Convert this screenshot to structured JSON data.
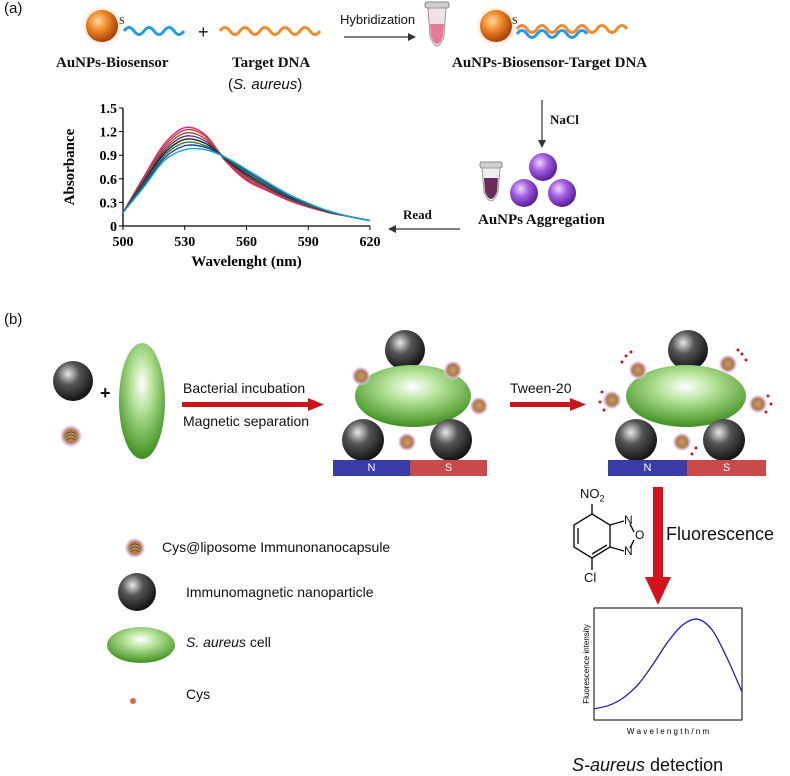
{
  "panel_a": {
    "label": "(a)",
    "biosensor_label": "AuNPs-Biosensor",
    "thiol_s": "S",
    "plus": "+",
    "target_label": "Target DNA",
    "species_open": "(",
    "species": "S. aureus",
    "species_close": ")",
    "hybridization": "Hybridization",
    "complex_label": "AuNPs-Biosensor-Target DNA",
    "nacl": "NaCl",
    "aggregation": "AuNPs Aggregation",
    "read": "Read"
  },
  "panel_b": {
    "label": "(b)",
    "plus": "+",
    "incubation": "Bacterial incubation",
    "separation": "Magnetic separation",
    "tween": "Tween-20",
    "magnet_n": "N",
    "magnet_s": "S",
    "fluorescence": "Fluorescence",
    "nbd_no2": "NO",
    "nbd_no2_sub": "2",
    "nbd_n": "N",
    "nbd_o": "O",
    "nbd_cl": "Cl",
    "legend": [
      {
        "label": "Cys@liposome Immunonanocapsule"
      },
      {
        "label": "Immunomagnetic nanoparticle"
      },
      {
        "label_italic": "S. aureus",
        "label_rest": " cell"
      },
      {
        "label": "Cys"
      }
    ],
    "detection_italic": "S-aureus",
    "detection_rest": " detection",
    "colors": {
      "magnet_n": "#3a3aa8",
      "magnet_s": "#c94a4a",
      "cell": "#5cb82e",
      "arrow": "#c9161d"
    }
  },
  "chart_data": [
    {
      "type": "line",
      "xlabel": "Wavelenght (nm)",
      "ylabel": "Absorbance",
      "xlim": [
        500,
        620
      ],
      "ylim": [
        0,
        1.5
      ],
      "xticks": [
        500,
        530,
        560,
        590,
        620
      ],
      "yticks": [
        0,
        0.3,
        0.6,
        0.9,
        1.2,
        1.5
      ],
      "ytick_labels": [
        "0",
        "0.3",
        "0.6",
        "0.9",
        "1.2",
        "1.5"
      ],
      "x": [
        500,
        510,
        520,
        530,
        540,
        550,
        560,
        570,
        580,
        590,
        600,
        610,
        620
      ],
      "series": [
        {
          "color": "#e0218a",
          "values": [
            0.17,
            0.62,
            1.04,
            1.25,
            1.16,
            0.82,
            0.58,
            0.45,
            0.33,
            0.24,
            0.17,
            0.12,
            0.07
          ]
        },
        {
          "color": "#d33b3b",
          "values": [
            0.17,
            0.6,
            1.01,
            1.22,
            1.14,
            0.83,
            0.6,
            0.46,
            0.34,
            0.25,
            0.17,
            0.12,
            0.07
          ]
        },
        {
          "color": "#8b5a2b",
          "values": [
            0.17,
            0.59,
            0.98,
            1.18,
            1.11,
            0.84,
            0.62,
            0.48,
            0.35,
            0.25,
            0.18,
            0.12,
            0.07
          ]
        },
        {
          "color": "#6a2c7a",
          "values": [
            0.17,
            0.57,
            0.95,
            1.14,
            1.08,
            0.84,
            0.64,
            0.49,
            0.36,
            0.26,
            0.18,
            0.12,
            0.07
          ]
        },
        {
          "color": "#222222",
          "values": [
            0.17,
            0.55,
            0.92,
            1.1,
            1.05,
            0.85,
            0.66,
            0.51,
            0.37,
            0.27,
            0.18,
            0.12,
            0.07
          ]
        },
        {
          "color": "#2e7d32",
          "values": [
            0.17,
            0.53,
            0.89,
            1.06,
            1.02,
            0.86,
            0.68,
            0.52,
            0.38,
            0.27,
            0.19,
            0.12,
            0.07
          ]
        },
        {
          "color": "#1f3fa8",
          "values": [
            0.17,
            0.51,
            0.86,
            1.02,
            1.0,
            0.87,
            0.7,
            0.54,
            0.39,
            0.28,
            0.19,
            0.12,
            0.07
          ]
        },
        {
          "color": "#1aa7c9",
          "values": [
            0.17,
            0.49,
            0.83,
            0.97,
            0.97,
            0.87,
            0.72,
            0.56,
            0.41,
            0.29,
            0.19,
            0.12,
            0.07
          ]
        }
      ]
    },
    {
      "type": "line",
      "xlabel": "W a v e l e n g t h  /  n m",
      "ylabel": "Fluorescence intensity",
      "x": [
        0,
        10,
        20,
        30,
        40,
        50,
        60,
        70,
        80,
        90,
        100
      ],
      "ylim": [
        0,
        1
      ],
      "series": [
        {
          "color": "#2020b0",
          "values": [
            0.1,
            0.13,
            0.2,
            0.32,
            0.5,
            0.7,
            0.85,
            0.9,
            0.8,
            0.55,
            0.25
          ]
        }
      ]
    }
  ]
}
